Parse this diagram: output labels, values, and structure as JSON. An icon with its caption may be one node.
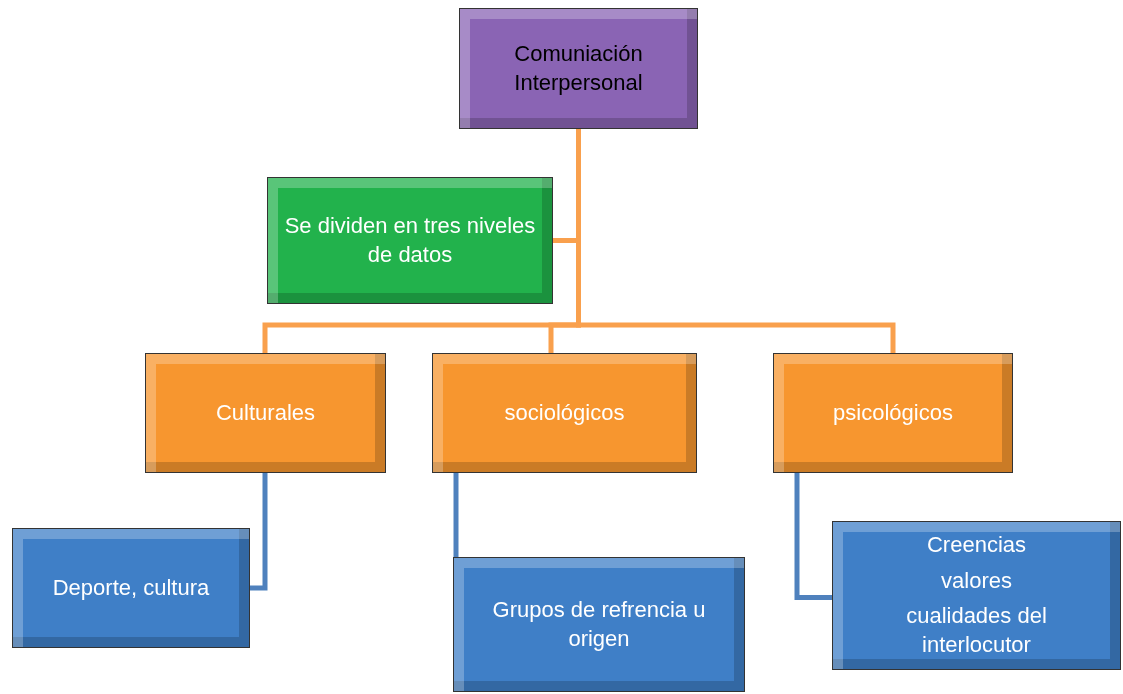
{
  "diagram": {
    "nodes": [
      {
        "text": [
          "Comuniación Interpersonal"
        ]
      },
      {
        "text": [
          "Se dividen en tres niveles de datos"
        ]
      },
      {
        "text": [
          "Culturales"
        ]
      },
      {
        "text": [
          "sociológicos"
        ]
      },
      {
        "text": [
          "psicológicos"
        ]
      },
      {
        "text": [
          "Deporte, cultura"
        ]
      },
      {
        "text": [
          "Grupos de refrencia u origen"
        ]
      },
      {
        "text": [
          "Creencias",
          "valores",
          "cualidades  del interlocutor"
        ]
      }
    ],
    "edges": [
      {
        "from": 0,
        "to": 1,
        "arrow": "none"
      },
      {
        "from": 0,
        "to": 2,
        "arrow": "none"
      },
      {
        "from": 0,
        "to": 3,
        "arrow": "none"
      },
      {
        "from": 0,
        "to": 4,
        "arrow": "none"
      },
      {
        "from": 2,
        "to": 5,
        "arrow": "none",
        "color": "#4f81bd"
      },
      {
        "from": 3,
        "to": 6,
        "arrow": "none",
        "color": "#4f81bd"
      },
      {
        "from": 4,
        "to": 7,
        "arrow": "none",
        "color": "#4f81bd"
      }
    ]
  }
}
